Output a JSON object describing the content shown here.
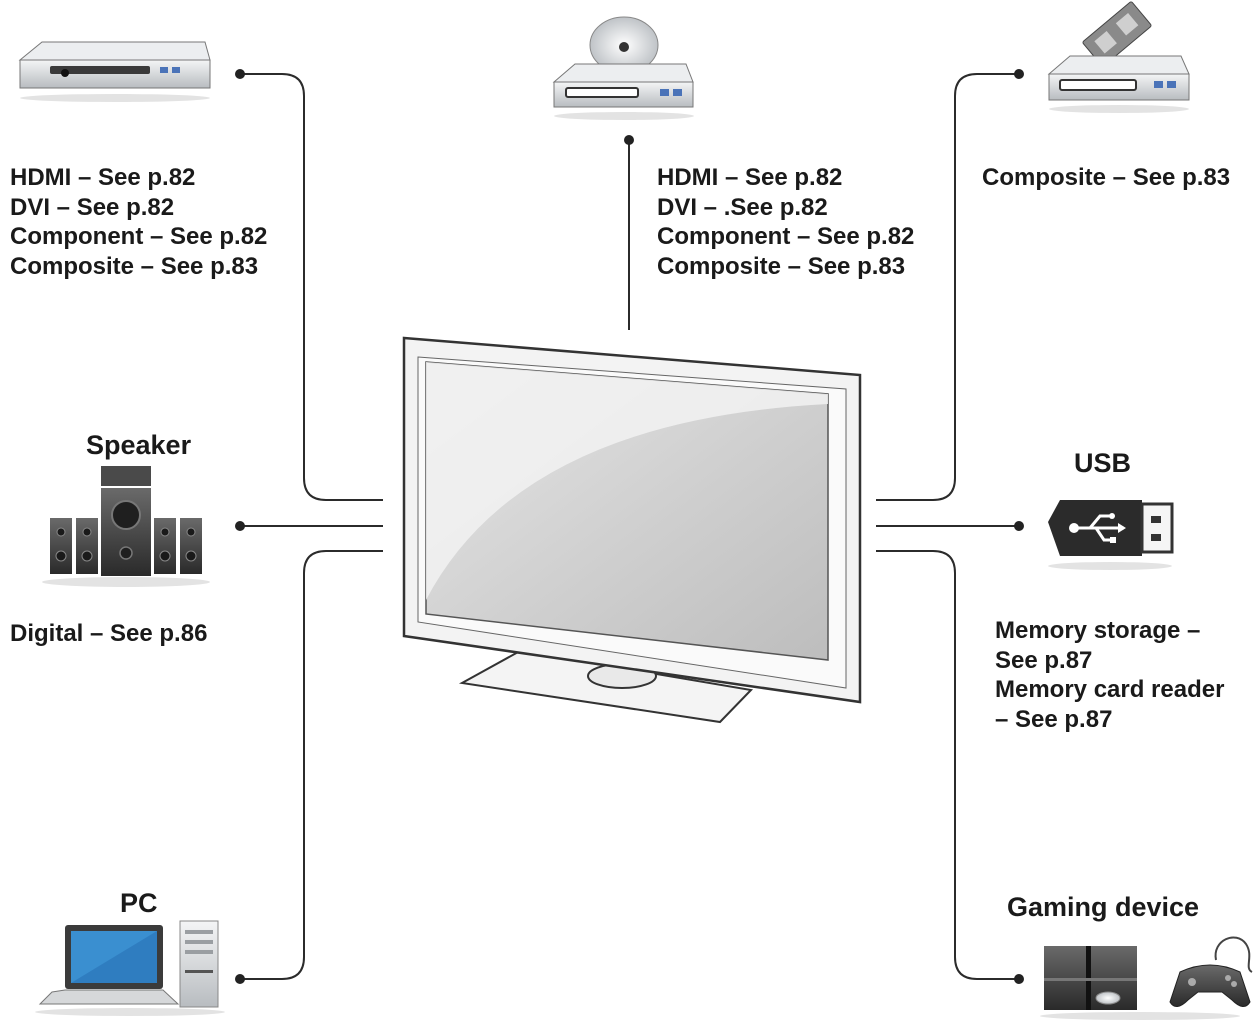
{
  "devices": {
    "blu_ray_player": {
      "icon": "blu-ray-player-icon",
      "lines": [
        "HDMI – See p.82",
        "DVI – See p.82",
        "Component – See p.82",
        "Composite – See p.83"
      ]
    },
    "dvd_player": {
      "icon": "dvd-player-icon",
      "lines": [
        "HDMI – See p.82",
        "DVI – .See p.82",
        "Component – See p.82",
        "Composite – See p.83"
      ]
    },
    "vcr": {
      "icon": "vcr-icon",
      "lines": [
        "Composite – See p.83"
      ]
    },
    "speaker": {
      "title": "Speaker",
      "icon": "speaker-system-icon",
      "lines": [
        "Digital – See p.86"
      ]
    },
    "usb": {
      "title": "USB",
      "icon": "usb-drive-icon",
      "lines": [
        "Memory storage –",
        "See p.87",
        "Memory card reader",
        "– See p.87"
      ]
    },
    "pc": {
      "title": "PC",
      "icon": "pc-laptop-icon"
    },
    "gaming": {
      "title": "Gaming device",
      "icon": "game-console-icon"
    }
  },
  "center": {
    "icon": "tv-icon"
  },
  "colors": {
    "line": "#2b2b2b",
    "text": "#1a1a1a",
    "device_body": "#cfd2d6",
    "tv_frame": "#f2f2f2"
  }
}
